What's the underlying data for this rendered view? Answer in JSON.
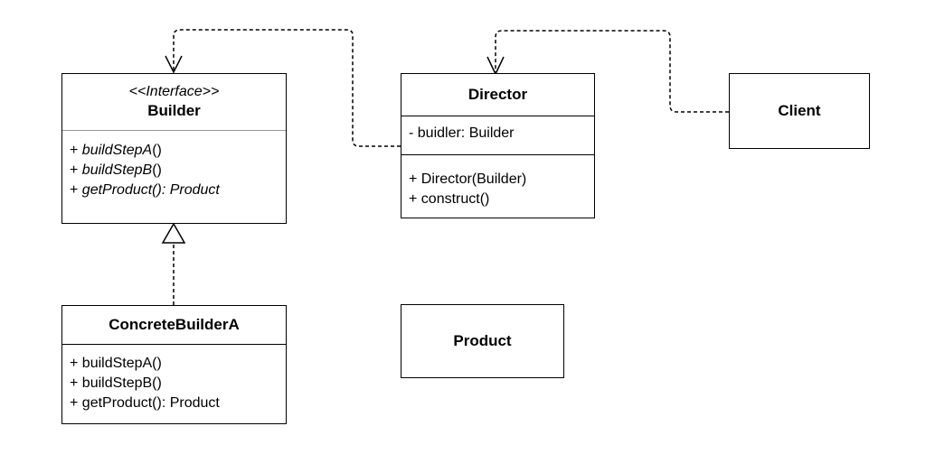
{
  "builder": {
    "stereotype": "<<Interface>>",
    "name": "Builder",
    "methods": [
      {
        "prefix": "+ ",
        "name": "buildStepA",
        "suffix": "()",
        "abstract_suffix": false
      },
      {
        "prefix": "+ ",
        "name": "buildStepB",
        "suffix": "()",
        "abstract_suffix": false
      },
      {
        "prefix": "+ ",
        "name": "getProduct(): Product",
        "suffix": "",
        "abstract_suffix": true
      }
    ]
  },
  "director": {
    "name": "Director",
    "attributes": [
      "- buidler: Builder"
    ],
    "methods": [
      "+ Director(Builder)",
      "+ construct()"
    ]
  },
  "client": {
    "name": "Client"
  },
  "concrete_builder": {
    "name": "ConcreteBuilderA",
    "methods": [
      "+ buildStepA()",
      "+ buildStepB()",
      "+ getProduct(): Product"
    ]
  },
  "product": {
    "name": "Product"
  },
  "relationships": [
    {
      "from": "Director",
      "to": "Builder",
      "type": "dependency"
    },
    {
      "from": "Client",
      "to": "Director",
      "type": "dependency"
    },
    {
      "from": "ConcreteBuilderA",
      "to": "Builder",
      "type": "realization"
    }
  ]
}
